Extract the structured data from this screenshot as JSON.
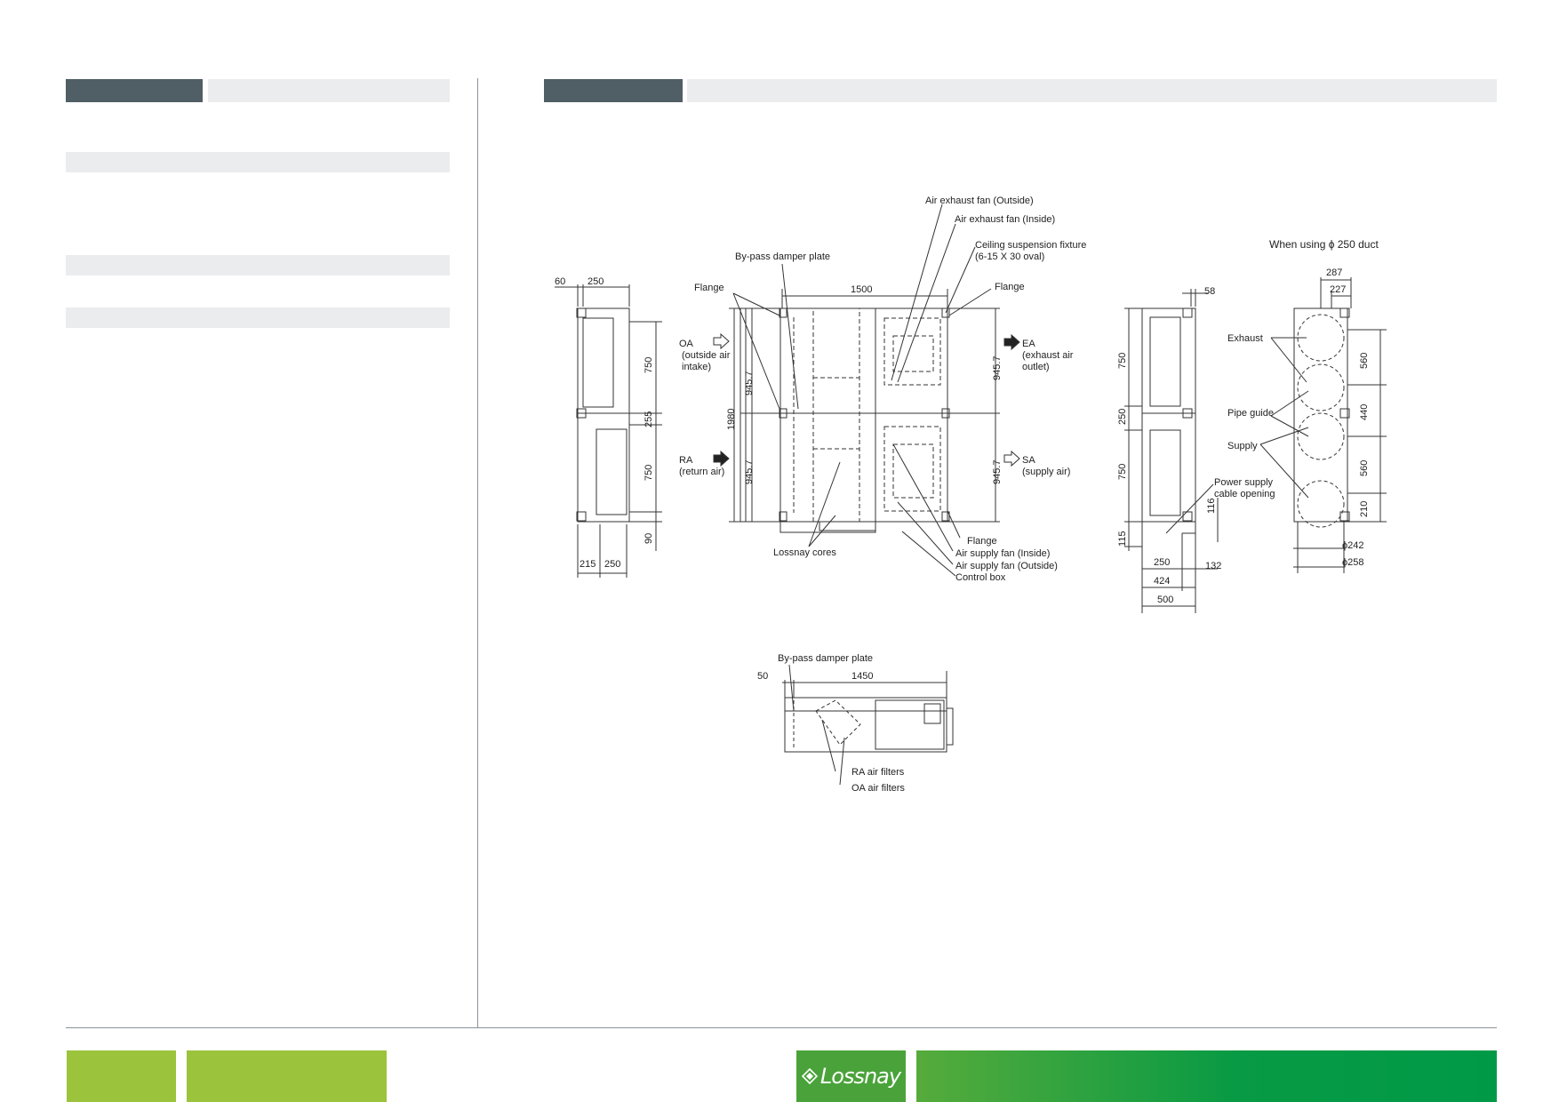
{
  "brand": {
    "logo_text": "Lossnay"
  },
  "drawing": {
    "front": {
      "labels": {
        "bypass_damper_plate": "By-pass damper plate",
        "flange_left": "Flange",
        "flange_right": "Flange",
        "flange_bottom": "Flange",
        "air_exhaust_fan_outside": "Air exhaust fan (Outside)",
        "air_exhaust_fan_inside": "Air exhaust fan (Inside)",
        "ceiling_suspension_fixture": "Ceiling suspension fixture",
        "ceiling_suspension_spec": "(6-15 X 30 oval)",
        "oa": "OA",
        "oa_desc1": "(outside air",
        "oa_desc2": "intake)",
        "ra": "RA",
        "ra_desc": "(return air)",
        "ea": "EA",
        "ea_desc1": "(exhaust air",
        "ea_desc2": "outlet)",
        "sa": "SA",
        "sa_desc": "(supply air)",
        "lossnay_cores": "Lossnay cores",
        "air_supply_fan_inside": "Air supply fan (Inside)",
        "air_supply_fan_outside": "Air supply fan (Outside)",
        "control_box": "Control box"
      },
      "dims": {
        "width": "1500",
        "height": "1980",
        "half_left_top": "945.7",
        "half_left_bottom": "945.7",
        "half_right_top": "945.7",
        "half_right_bottom": "945.7"
      }
    },
    "left_side": {
      "dims": {
        "top_offset": "60",
        "top_width": "250",
        "upper_opening": "750",
        "middle": "255",
        "lower_opening": "750",
        "bottom": "90",
        "bottom_offset": "215",
        "bottom_width": "250"
      }
    },
    "right_side": {
      "labels": {
        "power_supply1": "Power supply",
        "power_supply2": "cable opening"
      },
      "dims": {
        "top_offset": "58",
        "upper": "750",
        "middle": "250",
        "lower": "750",
        "bottom": "115",
        "small": "116",
        "w250": "250",
        "w132": "132",
        "w424": "424",
        "w500": "500"
      }
    },
    "duct_view": {
      "title": "When using ϕ 250 duct",
      "labels": {
        "exhaust": "Exhaust",
        "pipe_guide": "Pipe guide",
        "supply": "Supply"
      },
      "dims": {
        "d287": "287",
        "d227": "227",
        "d560a": "560",
        "d440": "440",
        "d560b": "560",
        "d210": "210",
        "phi242": "ϕ242",
        "phi258": "ϕ258"
      }
    },
    "bottom_view": {
      "labels": {
        "bypass_damper_plate": "By-pass damper plate",
        "ra_filters": "RA  air filters",
        "oa_filters": "OA  air filters"
      },
      "dims": {
        "offset": "50",
        "width": "1450"
      }
    }
  }
}
